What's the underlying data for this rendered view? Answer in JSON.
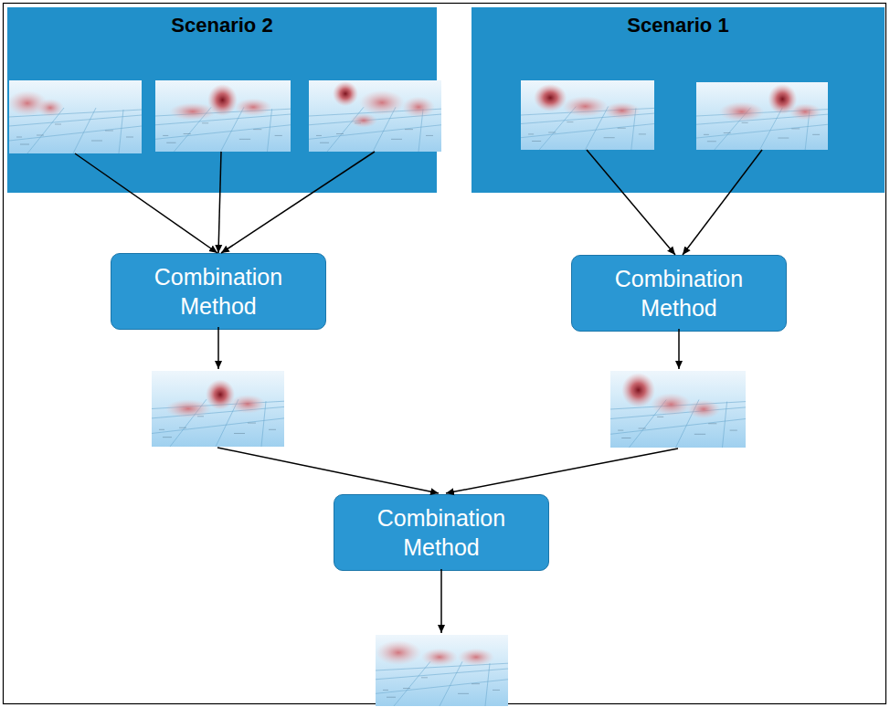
{
  "diagram": {
    "nodes": [
      {
        "text": [
          "Scenario 2"
        ]
      },
      {
        "text": [
          "Scenario 1"
        ]
      },
      {
        "text": [
          "Combination Method"
        ]
      },
      {
        "text": [
          "Combination Method"
        ]
      },
      {
        "text": [
          "Combination Method"
        ]
      }
    ],
    "edges": [
      {
        "from": 0,
        "to": 2,
        "arrow": "to"
      },
      {
        "from": 0,
        "to": 2,
        "arrow": "to"
      },
      {
        "from": 0,
        "to": 2,
        "arrow": "to"
      },
      {
        "from": 1,
        "to": 3,
        "arrow": "to"
      },
      {
        "from": 1,
        "to": 3,
        "arrow": "to"
      }
    ]
  }
}
